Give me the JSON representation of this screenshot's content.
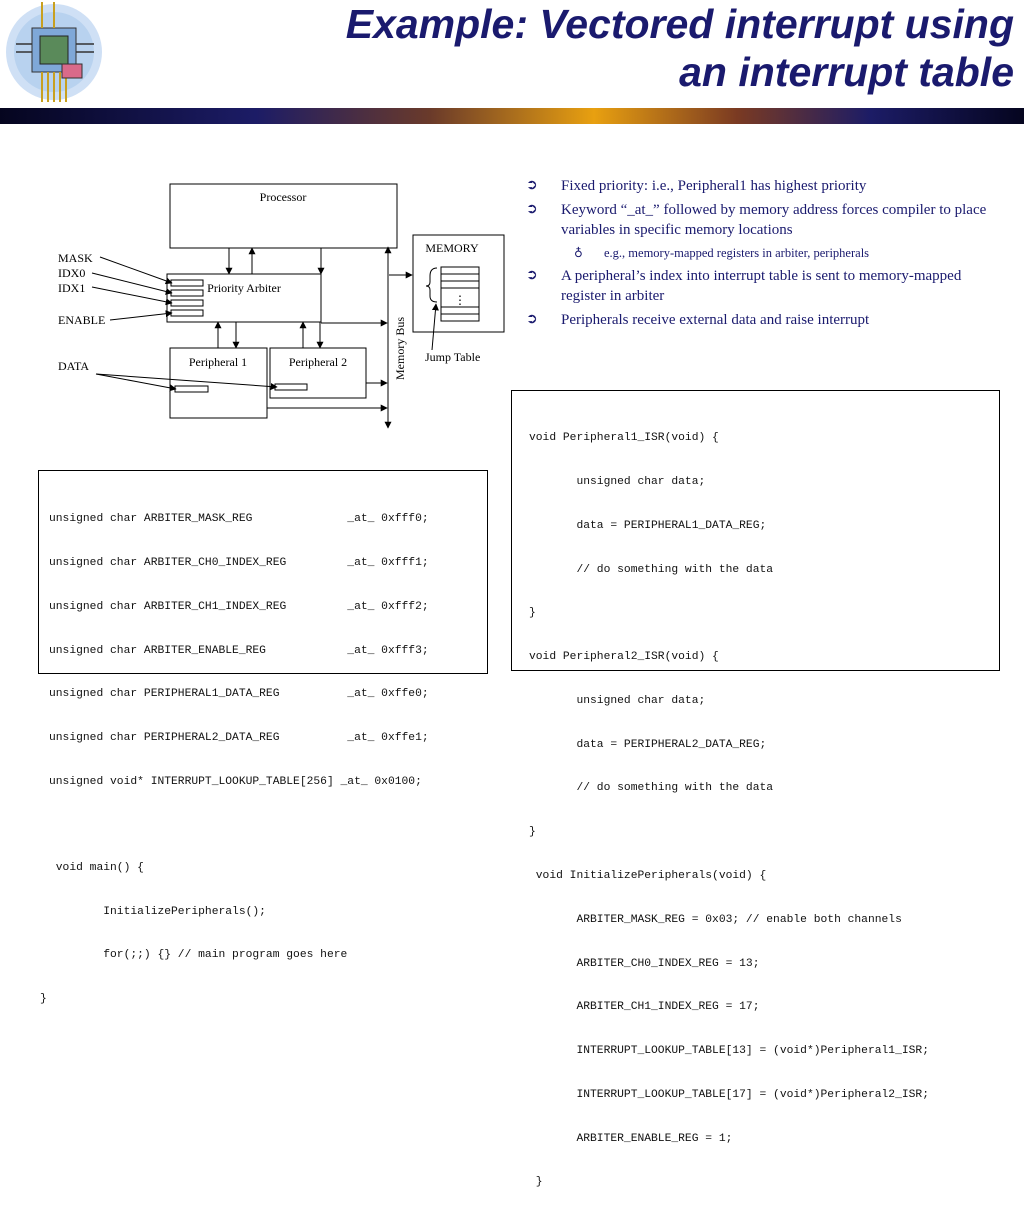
{
  "slide": {
    "title_lines": [
      "Example: Vectored interrupt using",
      "an interrupt table"
    ]
  },
  "diagram": {
    "processor": "Processor",
    "priority_arbiter": "Priority Arbiter",
    "memory": "MEMORY",
    "memory_bus": "Memory Bus",
    "jump_table": "Jump Table",
    "peripheral1": "Peripheral 1",
    "peripheral2": "Peripheral 2",
    "signals": {
      "mask": "MASK",
      "idx0": "IDX0",
      "idx1": "IDX1",
      "enable": "ENABLE",
      "data": "DATA"
    },
    "ellipsis": "⋮"
  },
  "bullets": [
    {
      "text": "Fixed priority: i.e., Peripheral1 has highest priority",
      "level": 1
    },
    {
      "text": "Keyword “_at_” followed by memory address forces compiler to place variables in specific memory locations",
      "level": 1
    },
    {
      "text": "e.g., memory-mapped registers in arbiter, peripherals",
      "level": 2
    },
    {
      "text": "A peripheral’s index into interrupt table is sent to memory-mapped register in arbiter",
      "level": 1
    },
    {
      "text": "Peripherals receive external data and raise interrupt",
      "level": 1
    }
  ],
  "bullet_marks": {
    "level1": "➲",
    "level2": "♁"
  },
  "code_left": {
    "declarations": [
      "unsigned char ARBITER_MASK_REG              _at_ 0xfff0;",
      "unsigned char ARBITER_CH0_INDEX_REG         _at_ 0xfff1;",
      "unsigned char ARBITER_CH1_INDEX_REG         _at_ 0xfff2;",
      "unsigned char ARBITER_ENABLE_REG            _at_ 0xfff3;",
      "unsigned char PERIPHERAL1_DATA_REG          _at_ 0xffe0;",
      "unsigned char PERIPHERAL2_DATA_REG          _at_ 0xffe1;",
      "unsigned void* INTERRUPT_LOOKUP_TABLE[256] _at_ 0x0100;"
    ],
    "main": [
      " void main() {",
      "        InitializePeripherals();",
      "        for(;;) {} // main program goes here",
      "}"
    ]
  },
  "code_right": [
    "void Peripheral1_ISR(void) {",
    "       unsigned char data;",
    "       data = PERIPHERAL1_DATA_REG;",
    "       // do something with the data",
    "}",
    "void Peripheral2_ISR(void) {",
    "       unsigned char data;",
    "       data = PERIPHERAL2_DATA_REG;",
    "       // do something with the data",
    "}",
    " void InitializePeripherals(void) {",
    "       ARBITER_MASK_REG = 0x03; // enable both channels",
    "       ARBITER_CH0_INDEX_REG = 13;",
    "       ARBITER_CH1_INDEX_REG = 17;",
    "       INTERRUPT_LOOKUP_TABLE[13] = (void*)Peripheral1_ISR;",
    "       INTERRUPT_LOOKUP_TABLE[17] = (void*)Peripheral2_ISR;",
    "       ARBITER_ENABLE_REG = 1;",
    " }"
  ]
}
